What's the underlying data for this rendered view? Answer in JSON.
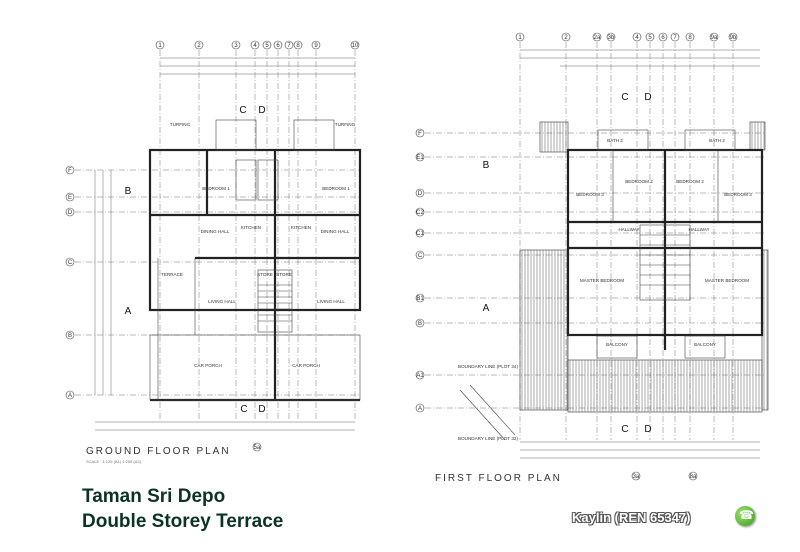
{
  "project": {
    "line1": "Taman Sri Depo",
    "line2": "Double Storey Terrace"
  },
  "agent": {
    "label": "Kaylin (REN 65347)",
    "icon": "whatsapp-icon"
  },
  "ground_floor": {
    "title": "GROUND FLOOR PLAN",
    "scale": "SCALE : 1:125 (A1) 1:250 (A3)",
    "columns": [
      "1",
      "2",
      "3",
      "4",
      "5",
      "6",
      "7",
      "8",
      "9",
      "10"
    ],
    "rows": [
      "F",
      "E",
      "D",
      "C",
      "B",
      "A"
    ],
    "sections": [
      "C",
      "D",
      "B",
      "A",
      "C",
      "D"
    ],
    "rooms": [
      "TURFING",
      "TURFING",
      "BEDROOM 1",
      "BEDROOM 1",
      "DINING HALL",
      "KITCHEN",
      "KITCHEN",
      "DINING HALL",
      "TERRACE",
      "STORE",
      "STORE",
      "LIVING HALL",
      "LIVING HALL",
      "CAR PORCH",
      "CAR PORCH"
    ],
    "bottom_marker": "5a"
  },
  "first_floor": {
    "title": "FIRST FLOOR PLAN",
    "columns": [
      "1",
      "2",
      "2a",
      "3b",
      "4",
      "5",
      "6",
      "7",
      "8",
      "9a",
      "9b"
    ],
    "rows": [
      "F",
      "E1",
      "D",
      "C2",
      "C1",
      "C",
      "B1",
      "B",
      "A1",
      "A"
    ],
    "sections": [
      "C",
      "D",
      "B",
      "A",
      "C",
      "D"
    ],
    "rooms": [
      "BATH 2",
      "BATH 2",
      "BEDROOM 3",
      "BEDROOM 2",
      "BEDROOM 2",
      "BEDROOM 3",
      "HALLWAY",
      "HALLWAY",
      "MASTER BEDROOM",
      "MASTER BEDROOM",
      "BALCONY",
      "BALCONY"
    ],
    "notes": [
      "BOUNDARY LINE (PLOT 34)",
      "BOUNDARY LINE (PLOT 32)"
    ],
    "bottom_markers": [
      "3a",
      "8a"
    ]
  }
}
